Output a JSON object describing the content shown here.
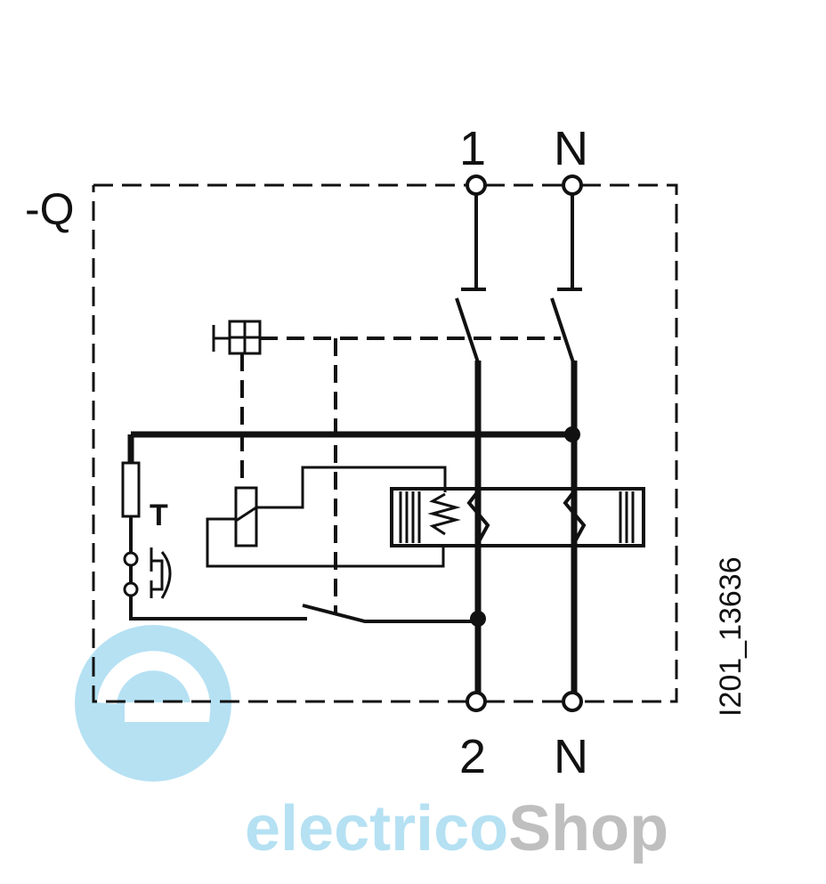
{
  "diagram": {
    "device_label": "-Q",
    "top_terminals": [
      "1",
      "N"
    ],
    "bottom_terminals": [
      "2",
      "N"
    ],
    "test_button_label": "T",
    "drawing_number": "I201_13636"
  },
  "watermark": {
    "brand_part1": "electrico",
    "brand_part2": "Shop",
    "logo_letter": "e",
    "colors": {
      "primary": "#a9dcf2",
      "secondary": "#b4b4b4"
    }
  }
}
